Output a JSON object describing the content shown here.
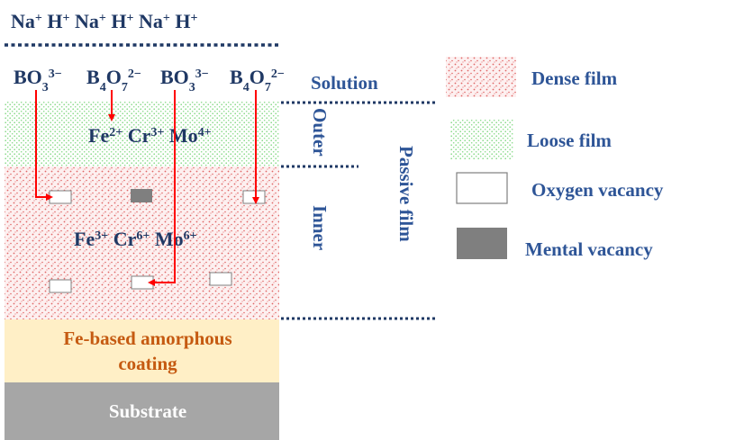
{
  "ions": {
    "cations": [
      "Na",
      "H",
      "Na",
      "H",
      "Na",
      "H"
    ],
    "cation_charge": "+",
    "anions": [
      {
        "base": "BO",
        "sub": "3",
        "sup": "3−"
      },
      {
        "base": "B",
        "sub": "4",
        "mid": "O",
        "sub2": "7",
        "sup": "2−"
      },
      {
        "base": "BO",
        "sub": "3",
        "sup": "3−"
      },
      {
        "base": "B",
        "sub": "4",
        "mid": "O",
        "sub2": "7",
        "sup": "2−"
      }
    ]
  },
  "outer_layer": {
    "ions": [
      {
        "el": "Fe",
        "charge": "2+"
      },
      {
        "el": "Cr",
        "charge": "3+"
      },
      {
        "el": "Mo",
        "charge": "4+"
      }
    ]
  },
  "inner_layer": {
    "ions": [
      {
        "el": "Fe",
        "charge": "3+"
      },
      {
        "el": "Cr",
        "charge": "6+"
      },
      {
        "el": "Mo",
        "charge": "6+"
      }
    ]
  },
  "labels": {
    "solution": "Solution",
    "outer": "Outer",
    "inner": "Inner",
    "passive_film": "Passive film",
    "coating": [
      "Fe-based amorphous",
      "coating"
    ],
    "substrate": "Substrate"
  },
  "legend": [
    {
      "key": "dense",
      "label": "Dense film"
    },
    {
      "key": "loose",
      "label": "Loose film"
    },
    {
      "key": "oxygen",
      "label": "Oxygen vacancy"
    },
    {
      "key": "metal",
      "label": "Mental vacancy"
    }
  ],
  "colors": {
    "navy_text": "#1f3864",
    "label_blue": "#2e5597",
    "dense_dots": "#e06666",
    "loose_dots": "#7cd67c",
    "coating_fill": "#ffefc6",
    "coating_text": "#c55a11",
    "substrate_fill": "#a6a6a6",
    "arrow": "#ff0000",
    "metal_vacancy": "#7f7f7f"
  }
}
